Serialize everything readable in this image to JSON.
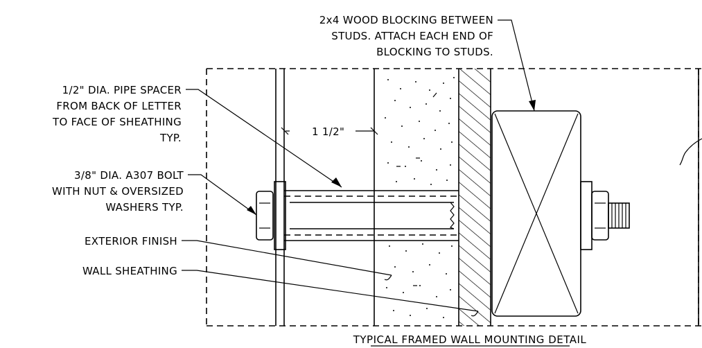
{
  "title": "TYPICAL FRAMED WALL MOUNTING DETAIL",
  "labels": {
    "blocking_line1": "2x4 WOOD BLOCKING BETWEEN",
    "blocking_line2": "STUDS. ATTACH EACH END OF",
    "blocking_line3": "BLOCKING TO STUDS.",
    "pipe_line1": "1/2\" DIA. PIPE SPACER",
    "pipe_line2": "FROM BACK OF LETTER",
    "pipe_line3": "TO FACE OF SHEATHING",
    "pipe_line4": "TYP.",
    "bolt_line1": "3/8\" DIA. A307 BOLT",
    "bolt_line2": "WITH NUT & OVERSIZED",
    "bolt_line3": "WASHERS TYP.",
    "exterior": "EXTERIOR FINISH",
    "sheathing": "WALL SHEATHING",
    "dimension": "1 1/2\""
  }
}
